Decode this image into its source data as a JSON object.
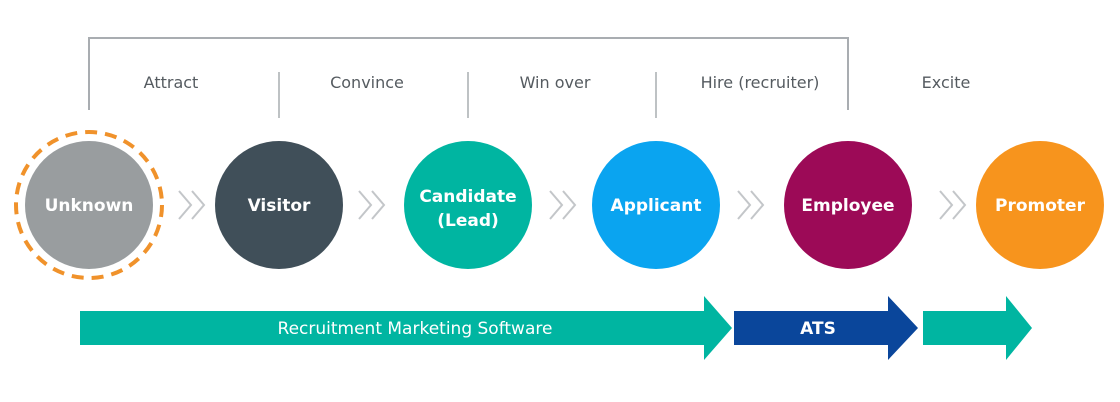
{
  "stages": [
    {
      "label": "Attract"
    },
    {
      "label": "Convince"
    },
    {
      "label": "Win over"
    },
    {
      "label": "Hire (recruiter)"
    },
    {
      "label": "Excite"
    }
  ],
  "steps": [
    {
      "lines": [
        "Unknown"
      ],
      "color": "#999d9f",
      "dashed_ring": true,
      "ring_color": "#f0922b"
    },
    {
      "lines": [
        "Visitor"
      ],
      "color": "#404f59"
    },
    {
      "lines": [
        "Candidate",
        "(Lead)"
      ],
      "color": "#00b5a1"
    },
    {
      "lines": [
        "Applicant"
      ],
      "color": "#0aa4f0"
    },
    {
      "lines": [
        "Employee"
      ],
      "color": "#9c0a57"
    },
    {
      "lines": [
        "Promoter"
      ],
      "color": "#f7941d"
    }
  ],
  "arrows": [
    {
      "label": "Recruitment Marketing Software",
      "color": "#00b5a1"
    },
    {
      "label": "ATS",
      "color": "#0a469b"
    },
    {
      "label": "",
      "color": "#00b5a1"
    }
  ],
  "colors": {
    "chevron": "#c3c6c9",
    "bracket": "#a9adb1",
    "stage_text": "#555b60"
  }
}
